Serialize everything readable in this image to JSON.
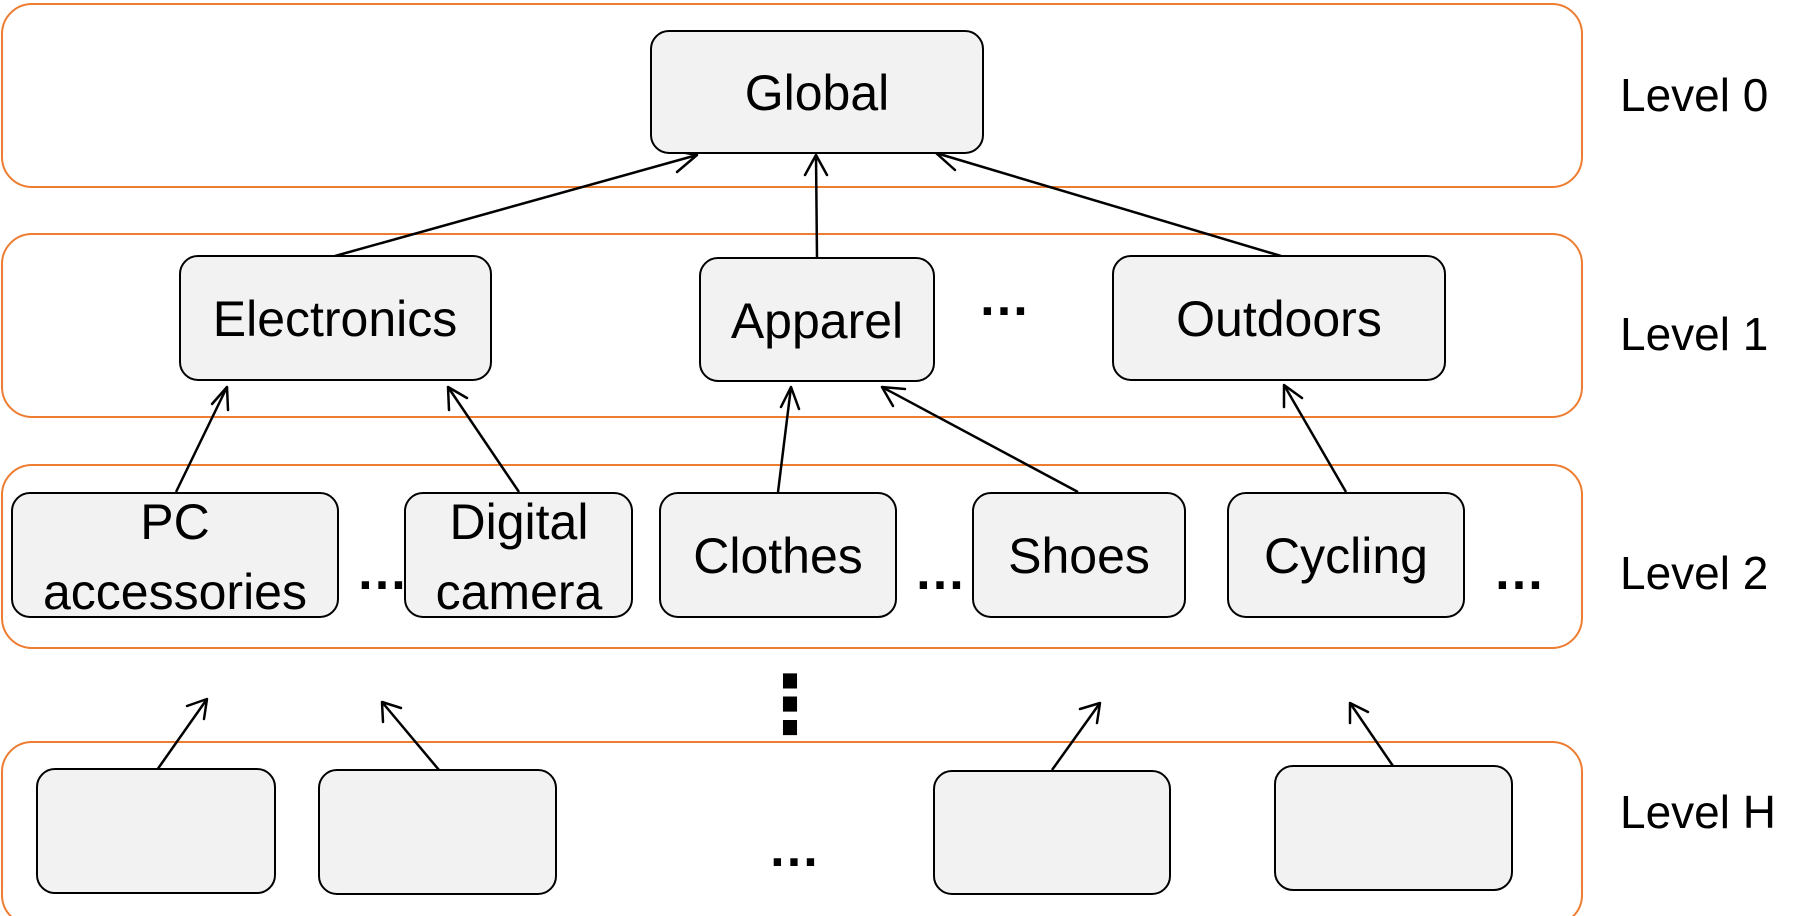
{
  "colors": {
    "band_stroke": "#ed7d31",
    "node_fill": "#f2f2f2",
    "node_stroke": "#000000"
  },
  "levels": [
    "Level 0",
    "Level 1",
    "Level 2",
    "Level H"
  ],
  "nodes": {
    "global": "Global",
    "electronics": "Electronics",
    "apparel": "Apparel",
    "outdoors": "Outdoors",
    "pc_accessories": [
      "PC",
      "accessories"
    ],
    "digital_camera": [
      "Digital",
      "camera"
    ],
    "clothes": "Clothes",
    "shoes": "Shoes",
    "cycling": "Cycling"
  },
  "ellipsis": "…",
  "vertical_ellipsis": "⋮"
}
